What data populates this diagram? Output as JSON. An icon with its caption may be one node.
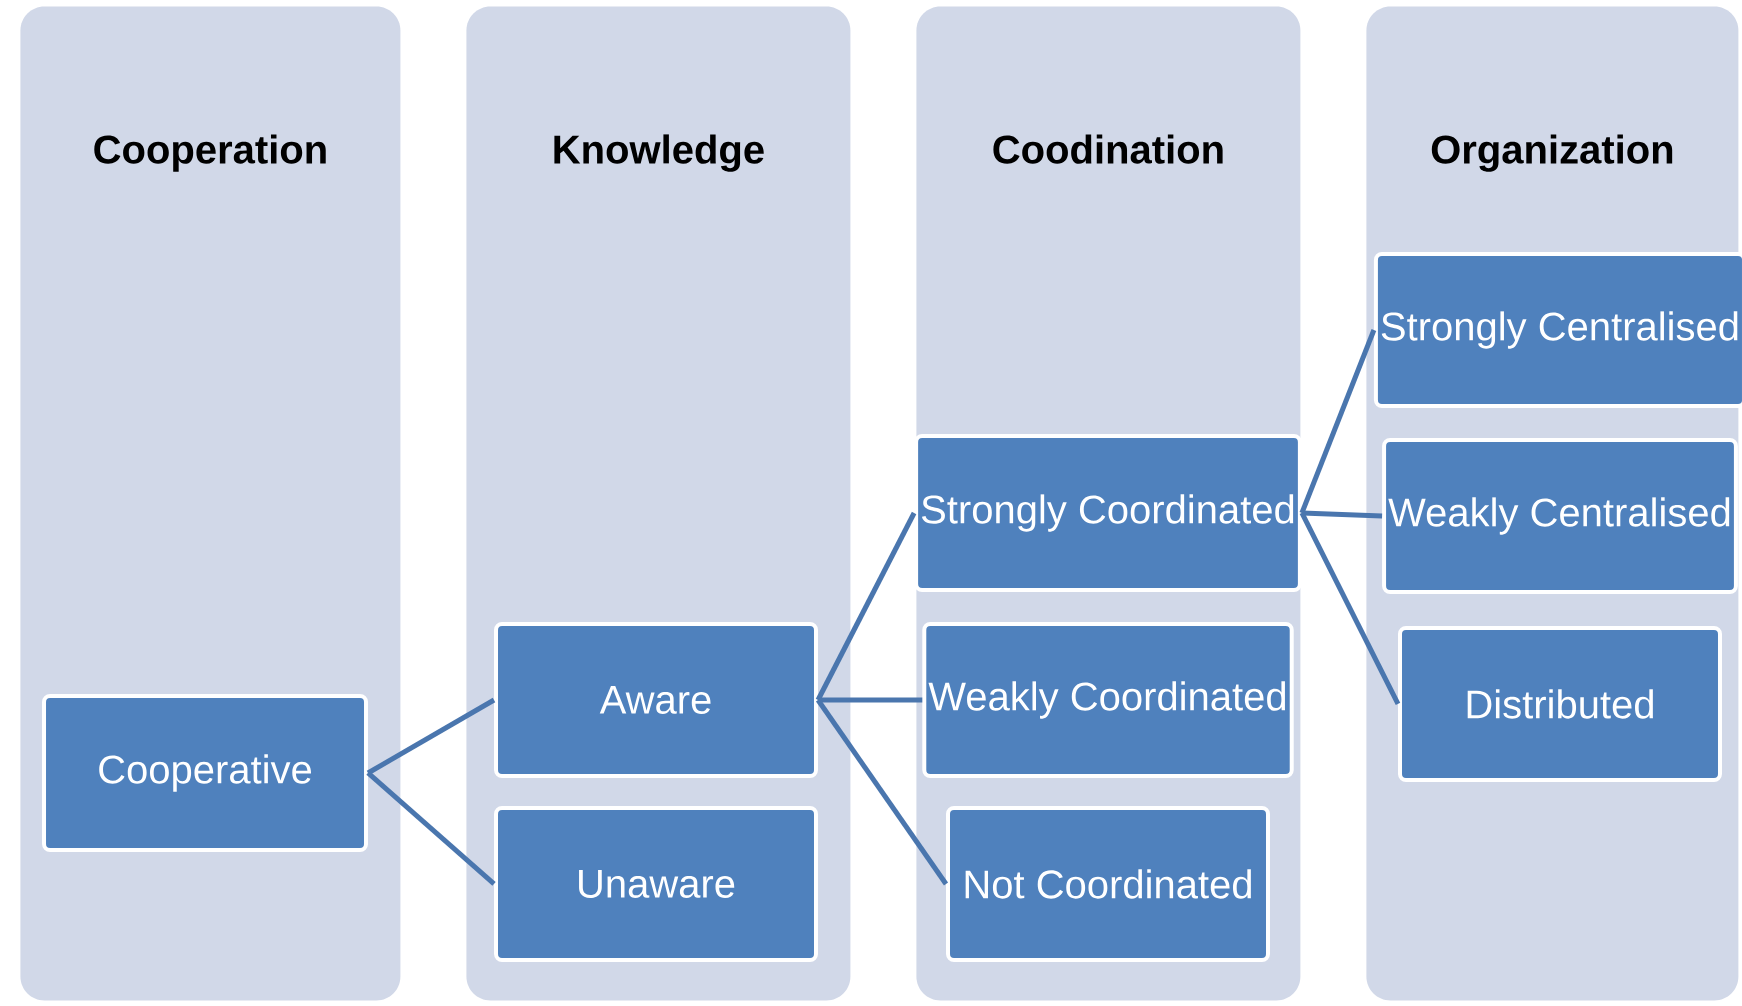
{
  "diagram": {
    "nodes": [
      {
        "text": [
          "Cooperation"
        ]
      },
      {
        "text": [
          "Knowledge"
        ]
      },
      {
        "text": [
          "Coodination"
        ]
      },
      {
        "text": [
          "Organization"
        ]
      },
      {
        "text": [
          "Cooperative"
        ],
        "in": 0
      },
      {
        "text": [
          "Aware"
        ],
        "in": 1
      },
      {
        "text": [
          "Unaware"
        ],
        "in": 1
      },
      {
        "text": [
          "Strongly Coordinated"
        ],
        "in": 2
      },
      {
        "text": [
          "Weakly Coordinated"
        ],
        "in": 2
      },
      {
        "text": [
          "Not Coordinated"
        ],
        "in": 2
      },
      {
        "text": [
          "Strongly Centralised"
        ],
        "in": 3
      },
      {
        "text": [
          "Weakly Centralised"
        ],
        "in": 3
      },
      {
        "text": [
          "Distributed"
        ],
        "in": 3
      }
    ],
    "edges": [
      {
        "from": 4,
        "to": 5,
        "arrow": "none"
      },
      {
        "from": 4,
        "to": 6,
        "arrow": "none"
      },
      {
        "from": 5,
        "to": 7,
        "arrow": "none"
      },
      {
        "from": 5,
        "to": 8,
        "arrow": "none"
      },
      {
        "from": 5,
        "to": 9,
        "arrow": "none"
      },
      {
        "from": 7,
        "to": 10,
        "arrow": "none"
      },
      {
        "from": 7,
        "to": 11,
        "arrow": "none"
      },
      {
        "from": 7,
        "to": 12,
        "arrow": "none"
      }
    ]
  }
}
